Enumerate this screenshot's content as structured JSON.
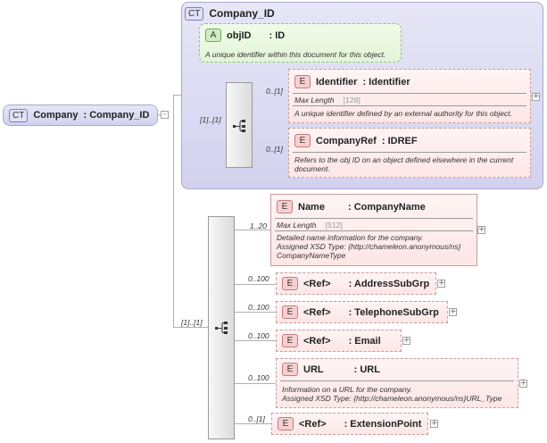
{
  "root": {
    "badge": "CT",
    "name": "Company",
    "type": ": Company_ID"
  },
  "complex_type": {
    "badge": "CT",
    "title": "Company_ID"
  },
  "attribute": {
    "badge": "A",
    "name": "objID",
    "type": ": ID",
    "description": "A unique identifier within this document for this object."
  },
  "inner_sequence": {
    "cardinality": "[1]..[1]"
  },
  "outer_sequence": {
    "cardinality": "[1]..[1]"
  },
  "identifier": {
    "badge": "E",
    "cardinality": "0..[1]",
    "name": "Identifier",
    "type": ": Identifier",
    "facet_label": "Max Length",
    "facet_value": "[128]",
    "description": "A unique identifier defined by an external authority for this object."
  },
  "companyref": {
    "badge": "E",
    "cardinality": "0..[1]",
    "name": "CompanyRef",
    "type": ": IDREF",
    "description_1": "Refers to the obj ID on an object defined elsewhere in the current",
    "description_2": "document."
  },
  "name_el": {
    "badge": "E",
    "cardinality": "1..20",
    "name": "Name",
    "type": ": CompanyName",
    "facet_label": "Max Length",
    "facet_value": "[512]",
    "description_1": "Detailed name information for the company.",
    "description_2": "Assigned XSD Type: {http://chameleon.anonymous/ns}",
    "description_3": "CompanyNameType"
  },
  "address": {
    "badge": "E",
    "cardinality": "0..100",
    "name": "<Ref>",
    "type": ": AddressSubGrp"
  },
  "telephone": {
    "badge": "E",
    "cardinality": "0..100",
    "name": "<Ref>",
    "type": ": TelephoneSubGrp"
  },
  "email": {
    "badge": "E",
    "cardinality": "0..100",
    "name": "<Ref>",
    "type": ": Email"
  },
  "url": {
    "badge": "E",
    "cardinality": "0..100",
    "name": "URL",
    "type": ": URL",
    "description_1": "Information on a URL for the company.",
    "description_2": "Assigned XSD Type: {http://chameleon.anonymous/ns}URL_Type"
  },
  "extension": {
    "badge": "E",
    "cardinality": "0..[1]",
    "name": "<Ref>",
    "type": ": ExtensionPoint"
  },
  "icons": {
    "expand": "+",
    "collapse": "-"
  }
}
